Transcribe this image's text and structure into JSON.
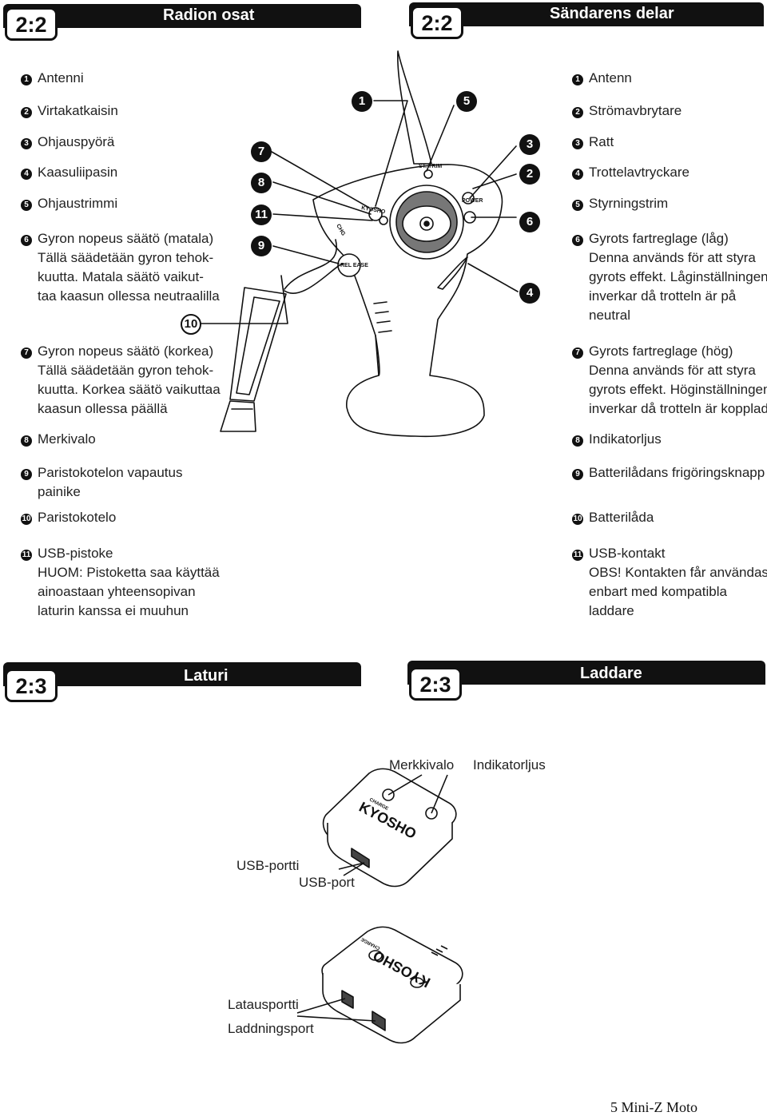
{
  "left_header": {
    "badge": "2:2",
    "title": "Radion osat"
  },
  "right_header": {
    "badge": "2:2",
    "title": "Sändarens delar"
  },
  "left_items": [
    {
      "num": "1",
      "lines": [
        "Antenni"
      ]
    },
    {
      "num": "2",
      "lines": [
        "Virtakatkaisin"
      ]
    },
    {
      "num": "3",
      "lines": [
        "Ohjauspyörä"
      ]
    },
    {
      "num": "4",
      "lines": [
        "Kaasuliipasin"
      ]
    },
    {
      "num": "5",
      "lines": [
        "Ohjaustrimmi"
      ]
    },
    {
      "num": "6",
      "lines": [
        "Gyron nopeus säätö (matala)",
        "Tällä säädetään gyron tehok-",
        "kuutta. Matala säätö vaikut-",
        "taa kaasun ollessa neutraalilla"
      ]
    },
    {
      "num": "7",
      "lines": [
        "Gyron nopeus säätö (korkea)",
        "Tällä säädetään gyron tehok-",
        "kuutta. Korkea säätö vaikuttaa",
        "kaasun ollessa päällä"
      ]
    },
    {
      "num": "8",
      "lines": [
        "Merkivalo"
      ]
    },
    {
      "num": "9",
      "lines": [
        "Paristokotelon vapautus",
        "painike"
      ]
    },
    {
      "num": "10",
      "lines": [
        "Paristokotelo"
      ]
    },
    {
      "num": "11",
      "lines": [
        "USB-pistoke",
        "HUOM: Pistoketta saa käyttää",
        "ainoastaan yhteensopivan",
        "laturin kanssa ei muuhun"
      ]
    }
  ],
  "right_items": [
    {
      "num": "1",
      "lines": [
        "Antenn"
      ]
    },
    {
      "num": "2",
      "lines": [
        "Strömavbrytare"
      ]
    },
    {
      "num": "3",
      "lines": [
        "Ratt"
      ]
    },
    {
      "num": "4",
      "lines": [
        "Trottelavtryckare"
      ]
    },
    {
      "num": "5",
      "lines": [
        "Styrningstrim"
      ]
    },
    {
      "num": "6",
      "lines": [
        "Gyrots fartreglage (låg)",
        "Denna används för att styra",
        "gyrots effekt. Låginställningen",
        "inverkar då trotteln är på",
        "neutral"
      ]
    },
    {
      "num": "7",
      "lines": [
        "Gyrots fartreglage (hög)",
        "Denna används för att styra",
        "gyrots effekt. Höginställningen",
        "inverkar då trotteln är kopplad"
      ]
    },
    {
      "num": "8",
      "lines": [
        "Indikatorljus"
      ]
    },
    {
      "num": "9",
      "lines": [
        "Batterilådans frigöringsknapp"
      ]
    },
    {
      "num": "10",
      "lines": [
        "Batterilåda"
      ]
    },
    {
      "num": "11",
      "lines": [
        "USB-kontakt",
        "OBS! Kontakten får användas",
        "enbart med kompatibla",
        "laddare"
      ]
    }
  ],
  "diagram_callouts": [
    "1",
    "5",
    "7",
    "8",
    "11",
    "9",
    "3",
    "2",
    "6",
    "4",
    "10"
  ],
  "transmitter_labels": {
    "brand": "KYOSHO",
    "trim": "ST. TRIM",
    "power": "POWER",
    "release": "REL EASE",
    "chg": "CHG"
  },
  "left_header2": {
    "badge": "2:3",
    "title": "Laturi"
  },
  "right_header2": {
    "badge": "2:3",
    "title": "Laddare"
  },
  "charger_labels": {
    "indicator_fi": "Merkkivalo",
    "indicator_sv": "Indikatorljus",
    "usb_fi": "USB-portti",
    "usb_sv": "USB-port",
    "charge_fi": "Latausportti",
    "charge_sv": "Laddningsport",
    "brand": "KYOSHO",
    "charge_text": "CHARGE"
  },
  "footer": "5 Mini-Z Moto"
}
